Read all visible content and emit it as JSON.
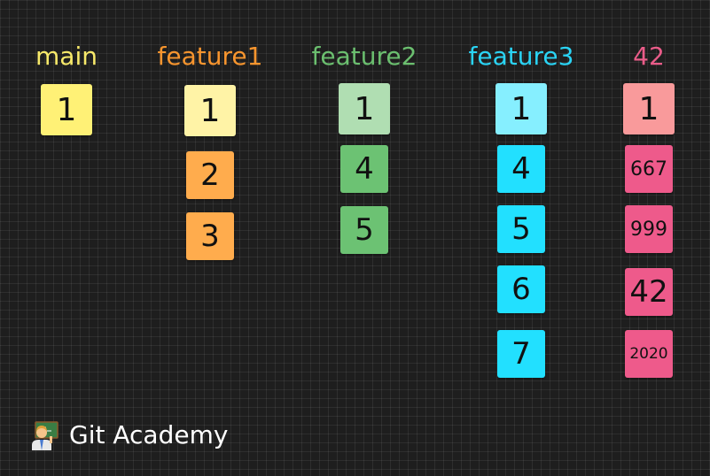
{
  "branches": [
    {
      "title": "main",
      "title_color": "#f7e96a",
      "commits": [
        {
          "label": "1",
          "color": "#fff176"
        }
      ]
    },
    {
      "title": "feature1",
      "title_color": "#f7952e",
      "commits": [
        {
          "label": "1",
          "color": "#fff3a6"
        },
        {
          "label": "2",
          "color": "#ffac4d"
        },
        {
          "label": "3",
          "color": "#ffac4d"
        }
      ]
    },
    {
      "title": "feature2",
      "title_color": "#6bbf6f",
      "commits": [
        {
          "label": "1",
          "color": "#b0deb2"
        },
        {
          "label": "4",
          "color": "#6cc273"
        },
        {
          "label": "5",
          "color": "#6cc273"
        }
      ]
    },
    {
      "title": "feature3",
      "title_color": "#2ad4f5",
      "commits": [
        {
          "label": "1",
          "color": "#86efff"
        },
        {
          "label": "4",
          "color": "#22e0ff"
        },
        {
          "label": "5",
          "color": "#22e0ff"
        },
        {
          "label": "6",
          "color": "#22e0ff"
        },
        {
          "label": "7",
          "color": "#22e0ff"
        }
      ]
    },
    {
      "title": "42",
      "title_color": "#ea5c89",
      "commits": [
        {
          "label": "1",
          "color": "#f99a9b"
        },
        {
          "label": "667",
          "color": "#ee5a8b"
        },
        {
          "label": "999",
          "color": "#ee5a8b"
        },
        {
          "label": "42",
          "color": "#ee5a8b"
        },
        {
          "label": "2020",
          "color": "#ee5a8b"
        }
      ]
    }
  ],
  "footer": {
    "icon": "teacher-emoji-icon",
    "text": "Git Academy"
  }
}
